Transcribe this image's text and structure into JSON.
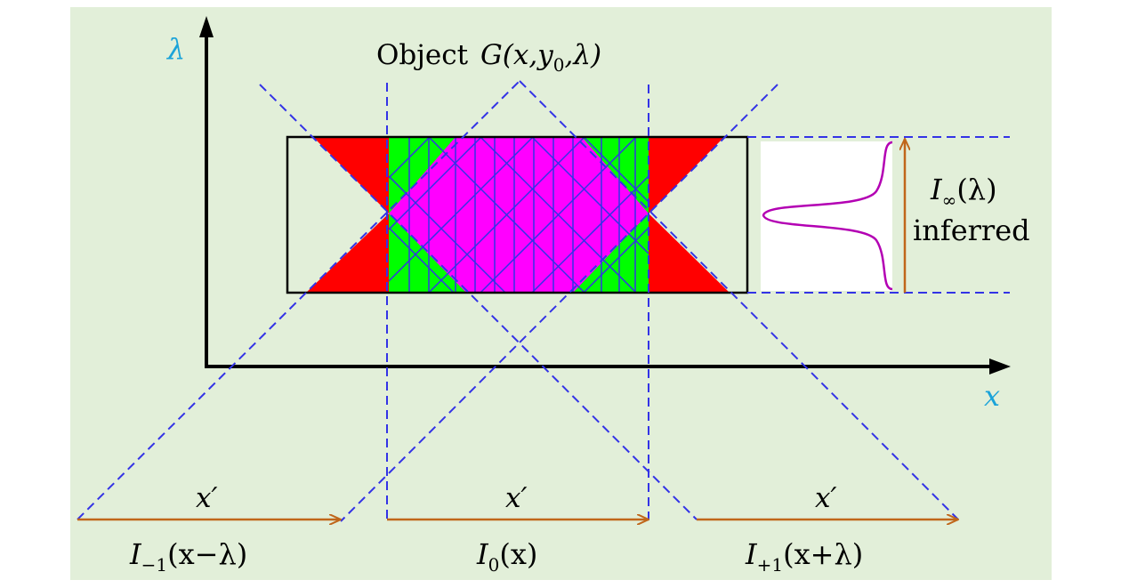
{
  "colors": {
    "background": "#e2efd9",
    "axis": "#000000",
    "axis_label": "#1aa3d9",
    "dashed_line": "#3333e6",
    "red_region": "#ff0000",
    "green_region": "#00ff00",
    "magenta_region": "#ff00ff",
    "orange_arrow": "#c0661a",
    "spectrum_curve": "#b300b3",
    "spectrum_panel": "#ffffff"
  },
  "labels": {
    "y_axis": "λ",
    "x_axis": "x",
    "object_prefix": "Object",
    "object_func": "G(x,y",
    "object_sub": "0",
    "object_suffix": ",λ)",
    "inferred_func": "I",
    "inferred_sub": "∞",
    "inferred_arg": "(λ)",
    "inferred_word": "inferred",
    "x_prime": "x′"
  },
  "projections": [
    {
      "name": "I",
      "sub": "−1",
      "arg": "(x−λ)",
      "prime": "x′"
    },
    {
      "name": "I",
      "sub": "0",
      "arg": "(x)",
      "prime": "x′"
    },
    {
      "name": "I",
      "sub": "+1",
      "arg": "(x+λ)",
      "prime": "x′"
    }
  ]
}
